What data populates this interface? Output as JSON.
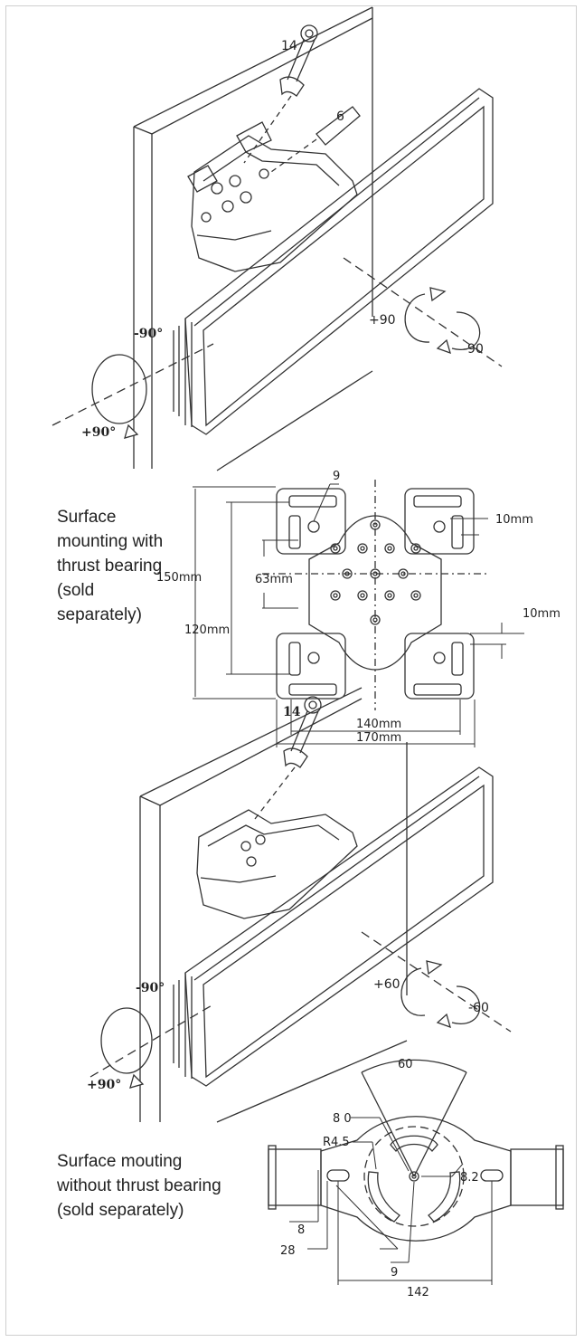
{
  "diagram1": {
    "wrench": "14",
    "hex_key": "6",
    "rot_left_top": "-90°",
    "rot_left_bottom": "+90°",
    "rot_right_pos": "+90",
    "rot_right_neg": "-90"
  },
  "plate1": {
    "caption": "Surface mounting with thrust bearing (sold separately)",
    "hole": "9",
    "height_outer": "150mm",
    "height_inner": "120mm",
    "center": "63mm",
    "slot_top": "10mm",
    "slot_bottom": "10mm",
    "width_inner": "140mm",
    "width_outer": "170mm"
  },
  "diagram2": {
    "wrench": "14",
    "rot_left_top": "-90°",
    "rot_left_bottom": "+90°",
    "rot_right_pos": "+60",
    "rot_right_neg": "-60"
  },
  "plate2": {
    "caption": "Surface mouting without thrust bearing (sold separately)",
    "angle": "60",
    "arc": "8 0",
    "radius": "R4.5",
    "slot_width": "8.2",
    "offset": "8",
    "edge": "28",
    "hole": "9",
    "span": "142"
  },
  "colors": {
    "line": "#333333",
    "frame": "#cfcfcf"
  }
}
